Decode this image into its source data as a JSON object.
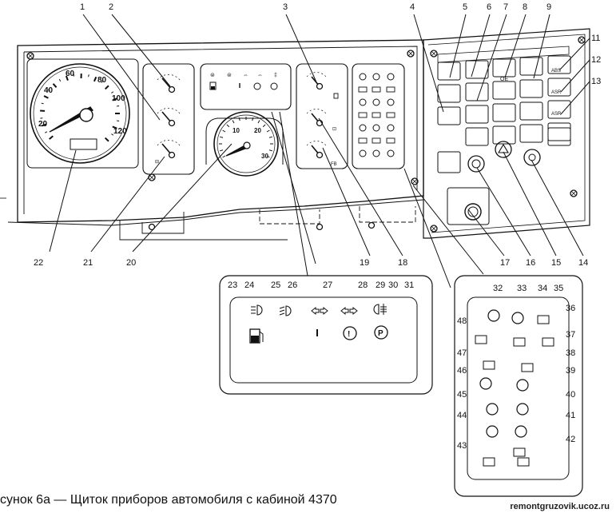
{
  "figure": {
    "caption": "сунок 6а — Щиток приборов автомобиля с кабиной 4370",
    "watermark": "remontgruzovik.ucoz.ru"
  },
  "callouts": {
    "main": [
      "1",
      "2",
      "3",
      "4",
      "5",
      "6",
      "7",
      "8",
      "9",
      "11",
      "12",
      "13"
    ],
    "bottom": [
      "22",
      "21",
      "20",
      "19",
      "18",
      "17",
      "16",
      "15",
      "14"
    ],
    "detail_a": [
      "23",
      "24",
      "25",
      "26",
      "27",
      "28",
      "29",
      "30",
      "31"
    ],
    "detail_b": [
      "32",
      "33",
      "34",
      "35",
      "36",
      "37",
      "38",
      "39",
      "40",
      "41",
      "42",
      "43",
      "44",
      "45",
      "46",
      "47",
      "48"
    ]
  },
  "speedometer": {
    "ticks": [
      "20",
      "40",
      "60",
      "80",
      "100",
      "120"
    ]
  },
  "tachometer": {
    "ticks": [
      "10",
      "20",
      "30"
    ]
  },
  "switch_labels": {
    "oe": "OE",
    "abs": "ABS",
    "asr_reset": "ASR",
    "asr": "ASR"
  }
}
